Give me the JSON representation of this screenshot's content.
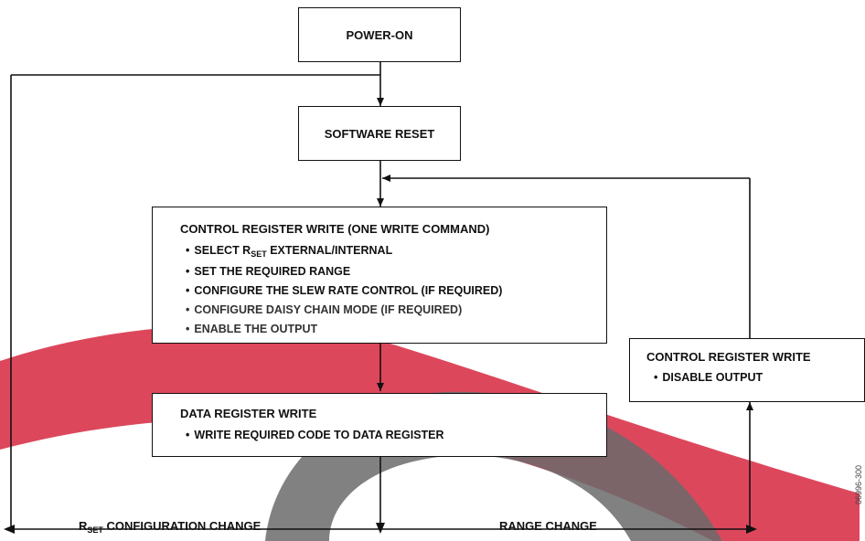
{
  "boxes": {
    "power_on": "POWER-ON",
    "software_reset": "SOFTWARE RESET",
    "control_write": {
      "title": "CONTROL REGISTER WRITE (ONE WRITE COMMAND)",
      "select_prefix": "SELECT R",
      "select_sub": "SET",
      "select_suffix": " EXTERNAL/INTERNAL",
      "items": [
        "SET THE REQUIRED RANGE",
        "CONFIGURE THE SLEW RATE CONTROL (IF REQUIRED)",
        "CONFIGURE DAISY CHAIN MODE (IF REQUIRED)",
        "ENABLE THE OUTPUT"
      ]
    },
    "data_write": {
      "title": "DATA REGISTER WRITE",
      "item": "WRITE REQUIRED CODE TO DATA REGISTER"
    },
    "control_disable": {
      "title": "CONTROL REGISTER WRITE",
      "item": "DISABLE OUTPUT"
    }
  },
  "labels": {
    "rset_prefix": "R",
    "rset_sub": "SET",
    "rset_suffix": " CONFIGURATION CHANGE",
    "range_change": "RANGE CHANGE"
  },
  "figure_id": "06996-300",
  "bullet_char": "•",
  "colors": {
    "line": "#111111",
    "watermark_red": "#d9334a",
    "watermark_gray": "#6b6b6b"
  }
}
